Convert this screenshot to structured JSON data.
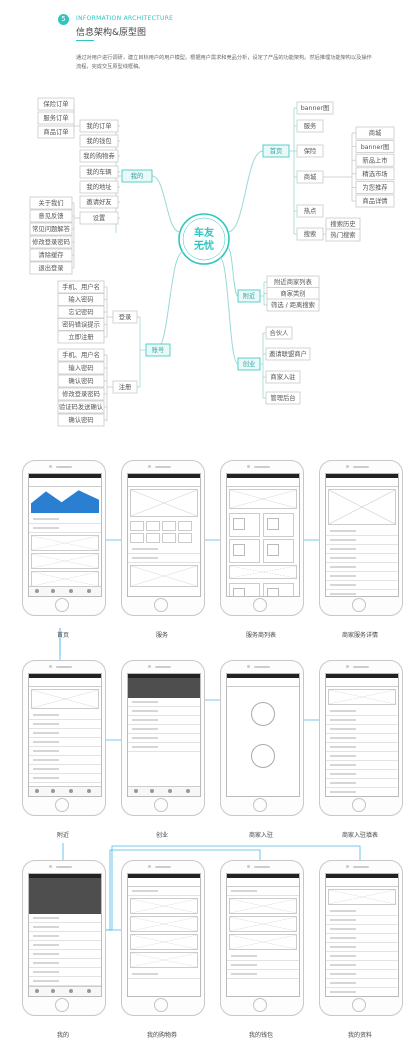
{
  "header": {
    "number": "5",
    "title_en": "INFORMATION ARCHITECTURE",
    "title_cn": "信息架构&原型图",
    "intro": "通过对用户进行调研，建立目标用户的用户模型。根据用户需求和竞品分析，设定了产品的功能架构。然后推理功能架构以及操作流程，完成交互原型线框稿。"
  },
  "colors": {
    "accent": "#2fc6c0",
    "line": "#9ad9d6",
    "box": "#c9c9c9"
  },
  "mindmap": {
    "center": {
      "line1": "车友",
      "line2": "无忧"
    },
    "wode": {
      "label": "我的",
      "children": [
        "我的订单",
        "我的钱包",
        "我的购物券",
        "我的车辆",
        "我的地址",
        "邀请好友",
        "设置"
      ],
      "order_items": [
        "保险订单",
        "服务订单",
        "商品订单"
      ],
      "settings_items": [
        "关于我们",
        "意见反馈",
        "常见问题解答",
        "修改登录密码",
        "清除缓存",
        "退出登录"
      ]
    },
    "shouye": {
      "label": "首页",
      "children": [
        "banner图",
        "服务",
        "保险",
        "商城",
        "热点",
        "搜索"
      ],
      "mall_items": [
        "商城",
        "banner图",
        "新品上市",
        "精选市场",
        "为您推荐",
        "商品详情"
      ],
      "search_items": [
        "搜索历史",
        "热门搜索"
      ]
    },
    "fujin": {
      "label": "附近",
      "children": [
        "附近商家列表",
        "商家类别",
        "筛选 / 距离搜索"
      ]
    },
    "zhanghao": {
      "label": "账号",
      "login": "登录",
      "register": "注册",
      "login_items": [
        "手机、用户名",
        "输入密码",
        "忘记密码",
        "密码错误提示",
        "立即注册"
      ],
      "register_items": [
        "手机、用户名",
        "输入密码",
        "确认密码",
        "修改登录密码",
        "验证码发送确认",
        "确认密码"
      ]
    },
    "chuangye": {
      "label": "创业",
      "children": [
        "合伙人",
        "邀请联盟商户",
        "商家入驻",
        "管理后台"
      ]
    }
  },
  "screens": [
    {
      "caption": "首页"
    },
    {
      "caption": "服务"
    },
    {
      "caption": "服务商列表"
    },
    {
      "caption": "商家服务详情"
    },
    {
      "caption": "附近"
    },
    {
      "caption": "创业"
    },
    {
      "caption": "商家入驻"
    },
    {
      "caption": "商家入驻填表"
    },
    {
      "caption": "我的"
    },
    {
      "caption": "我的购物券"
    },
    {
      "caption": "我的钱包"
    },
    {
      "caption": "我的资料"
    }
  ]
}
